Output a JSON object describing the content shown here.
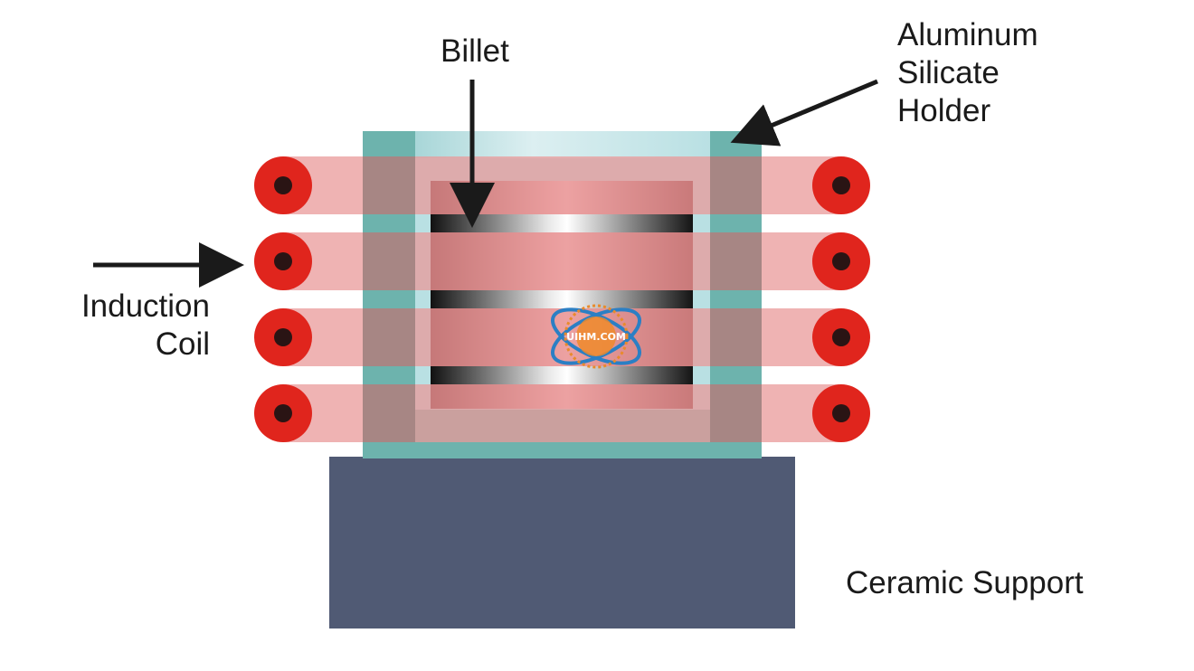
{
  "labels": {
    "billet": "Billet",
    "holder_lines": [
      "Aluminum",
      "Silicate",
      "Holder"
    ],
    "coil_lines": [
      "Induction",
      "Coil"
    ],
    "support": "Ceramic Support"
  },
  "watermark": {
    "text": "UIHM.COM",
    "icon": "atom-logo-icon"
  },
  "colors": {
    "coil_core": "#e0251d",
    "coil_band": "#f0b4b4",
    "holder": "#6db3ad",
    "billet": "#9e3b3c",
    "support": "#505a74",
    "arrow": "#1a1a1a"
  }
}
